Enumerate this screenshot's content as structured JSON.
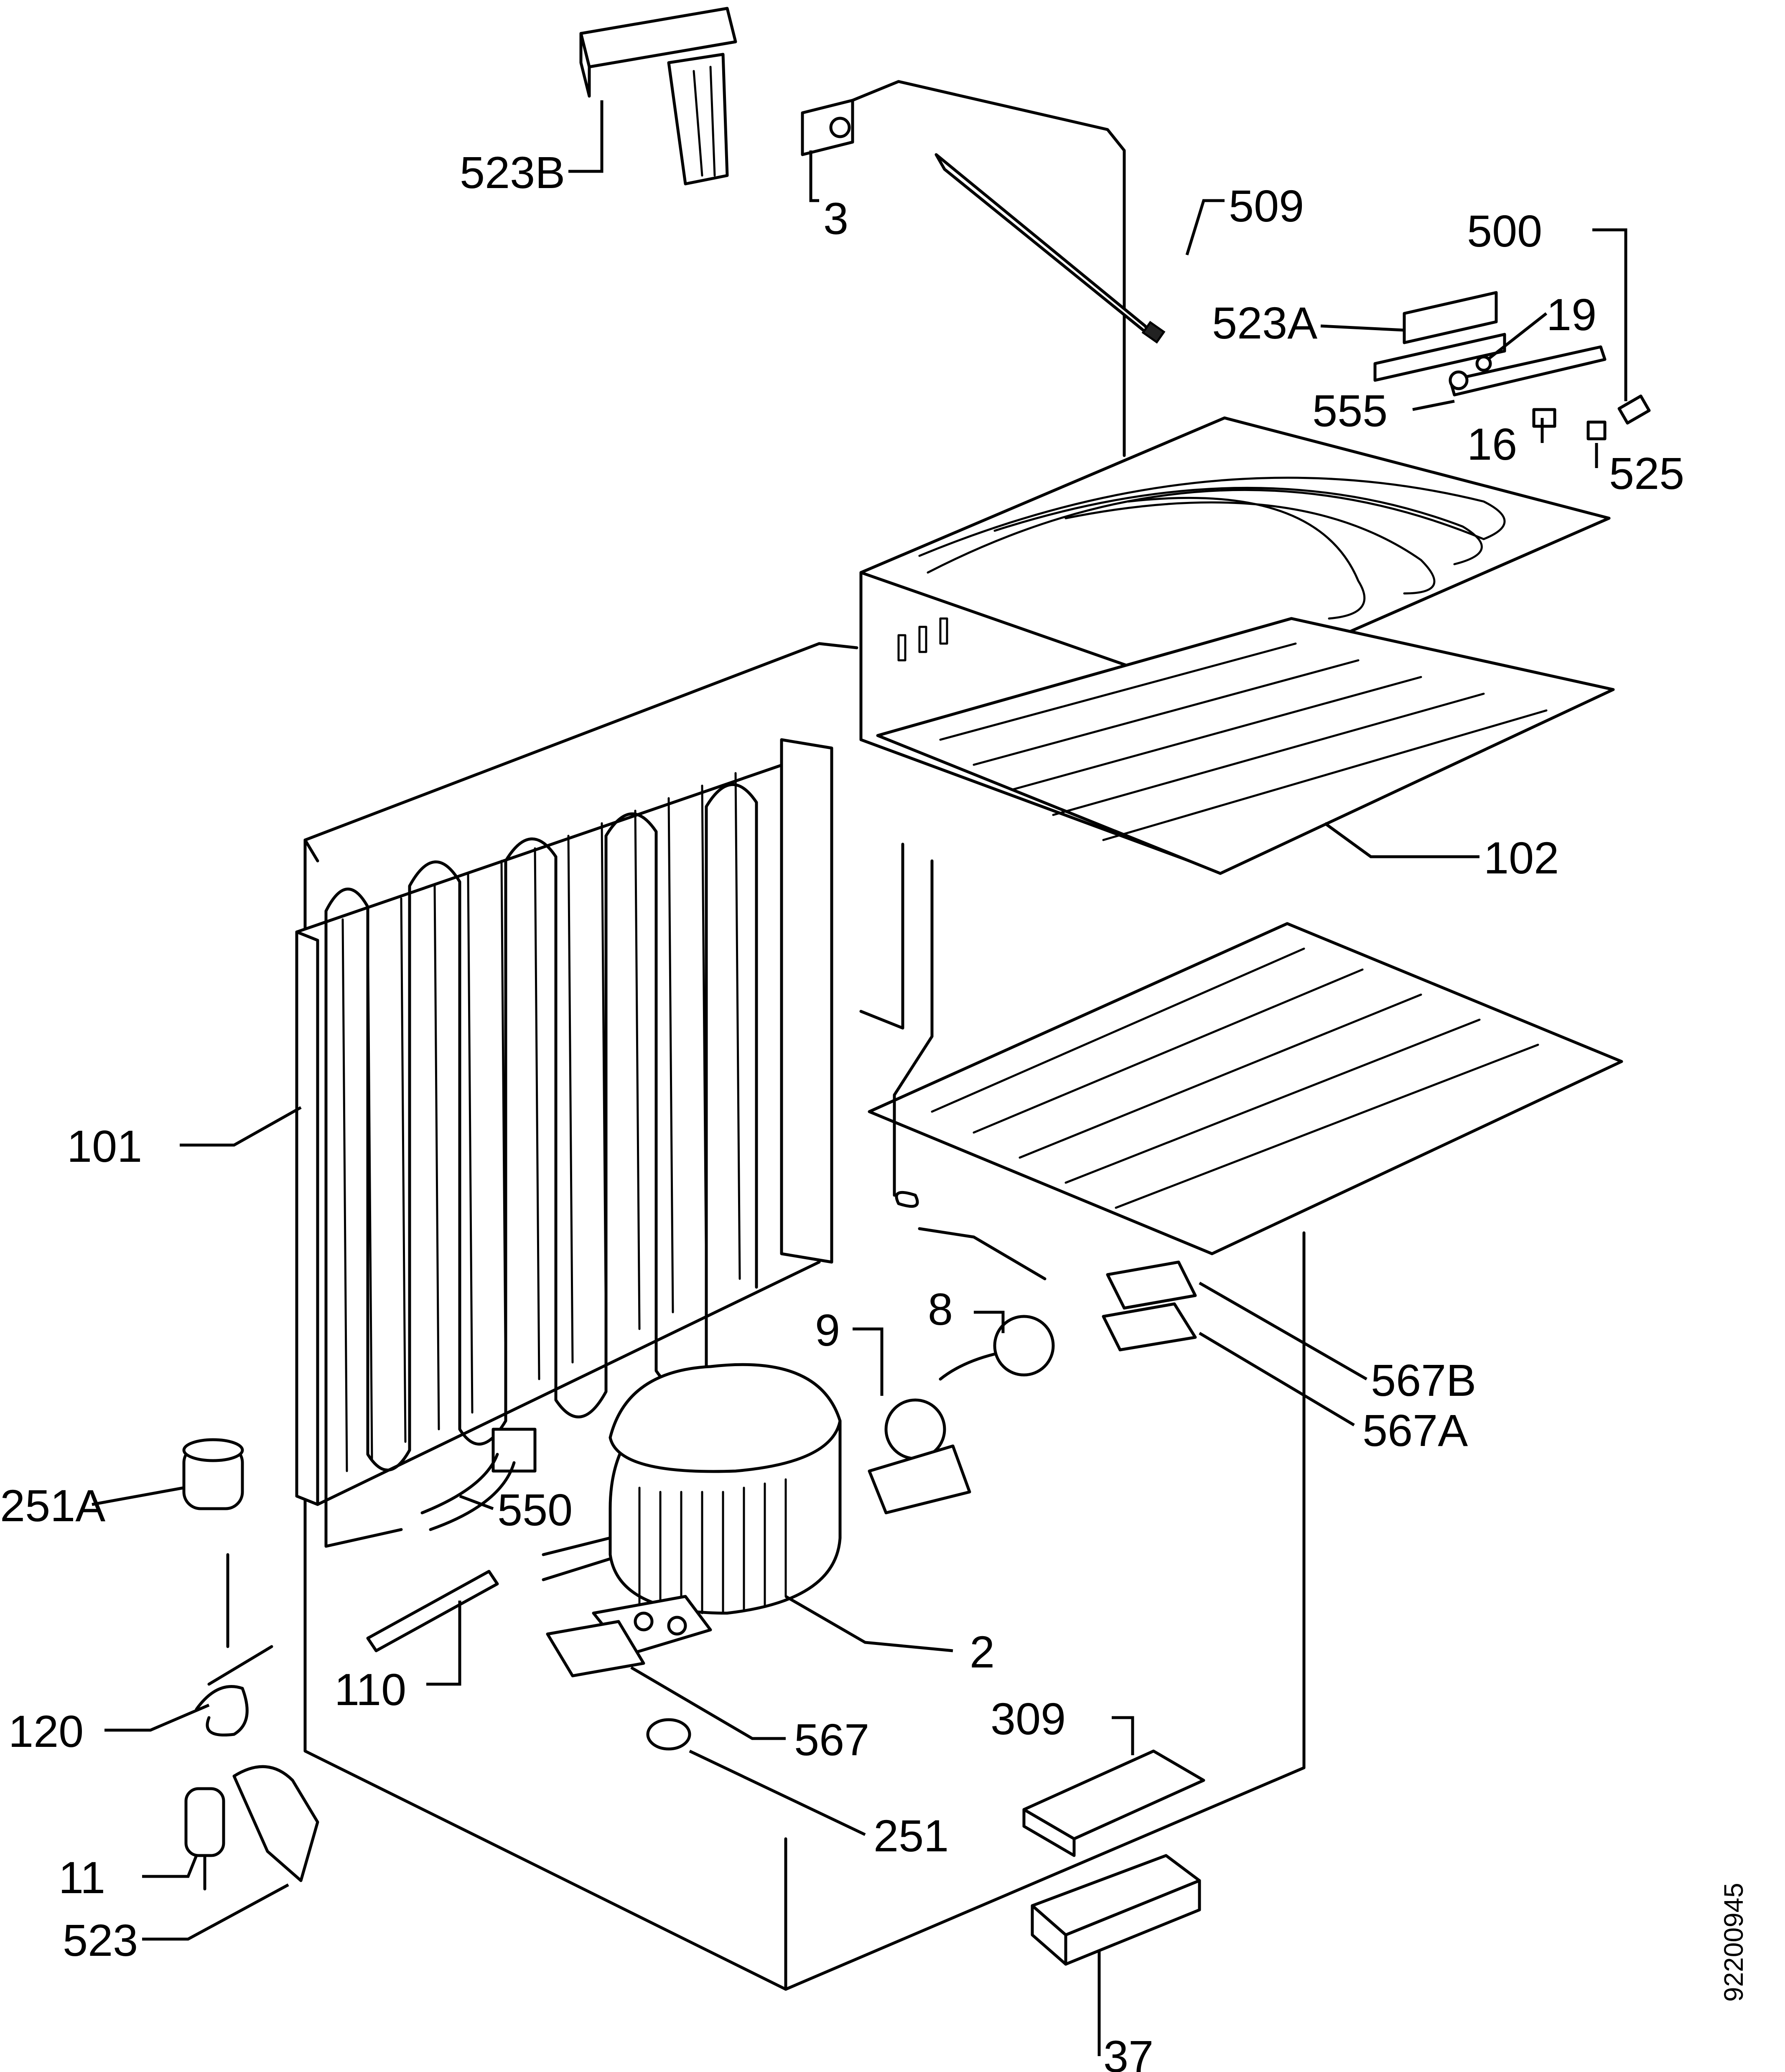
{
  "labels": {
    "l523b": "523B",
    "l3": "3",
    "l509": "509",
    "l500": "500",
    "l523a": "523A",
    "l19": "19",
    "l555": "555",
    "l16": "16",
    "l525": "525",
    "l102": "102",
    "l101": "101",
    "l9": "9",
    "l8": "8",
    "l567b": "567B",
    "l567a": "567A",
    "l251a": "251A",
    "l550": "550",
    "l2": "2",
    "l110": "110",
    "l120": "120",
    "l567": "567",
    "l309": "309",
    "l251": "251",
    "l11": "11",
    "l523": "523",
    "l37": "37"
  },
  "drawing_id": "92200945"
}
